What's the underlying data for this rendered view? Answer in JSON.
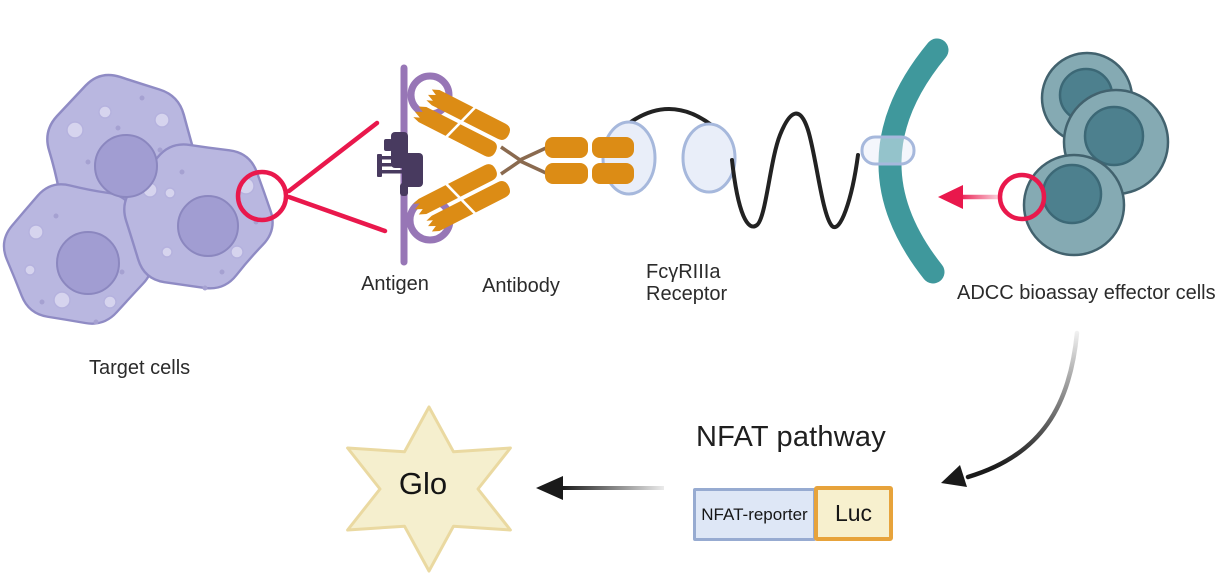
{
  "labels": {
    "target_cells": "Target cells",
    "antigen": "Antigen",
    "antibody": "Antibody",
    "receptor_line1": "FcγRIIIa",
    "receptor_line2": "Receptor",
    "effector_cells": "ADCC bioassay effector cells",
    "nfat_pathway": "NFAT pathway",
    "nfat_reporter": "NFAT-reporter",
    "luc": "Luc",
    "glo": "Glo"
  },
  "colors": {
    "red": "#E9184C",
    "orange": "#DC8C15",
    "hinge": "#8A6A4F",
    "cell-purple-fill": "#B9B7E0",
    "cell-purple-stroke": "#8F8BC4",
    "cell-nucleus-fill": "#A19DD2",
    "cell-nucleus-stroke": "#8B87BF",
    "antigen-purple": "#9776B6",
    "antigen-dark": "#483A5F",
    "receptor-fill": "#E9EEF9",
    "receptor-stroke": "#A6B8DC",
    "teal": "#3F989C",
    "eff-fill": "#85AAB3",
    "eff-stroke": "#42626E",
    "eff-nuc-fill": "#4D808E",
    "eff-nuc-stroke": "#3C6876",
    "star-fill": "#F5EFCE",
    "star-stroke": "#EAD9A1",
    "luc-fill": "#F7F0CE",
    "luc-stroke": "#E7A33B",
    "reporter-fill": "#DEE7F6",
    "reporter-stroke": "#97ABD1"
  }
}
